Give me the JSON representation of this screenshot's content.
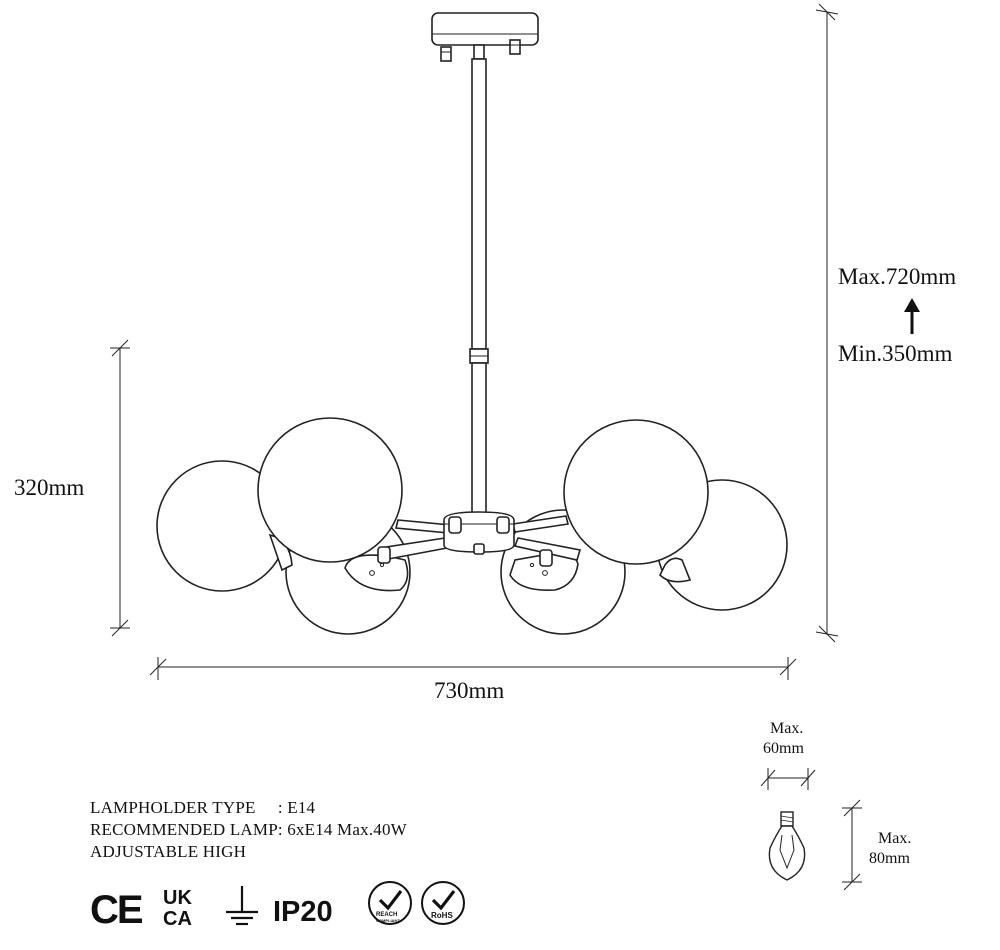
{
  "dimensions": {
    "height_max": "Max.720mm",
    "height_min": "Min.350mm",
    "body_height": "320mm",
    "width": "730mm",
    "bulb_width_label": "Max.",
    "bulb_width_value": "60mm",
    "bulb_height_label": "Max.",
    "bulb_height_value": "80mm"
  },
  "specs": [
    "LAMPHOLDER TYPE     : E14",
    "RECOMMENDED LAMP: 6xE14 Max.40W",
    "ADJUSTABLE HIGH"
  ],
  "certifications": {
    "ce": "CE",
    "ukca_top": "UK",
    "ukca_bottom": "CA",
    "ip": "IP20",
    "reach": "REACH",
    "reach_sub": "COMPLIANT",
    "rohs": "RoHS"
  },
  "icons": [
    "ce-mark-icon",
    "ukca-mark-icon",
    "ground-symbol-icon",
    "reach-badge-icon",
    "rohs-badge-icon",
    "arrow-up-icon",
    "led-bulb-icon"
  ]
}
